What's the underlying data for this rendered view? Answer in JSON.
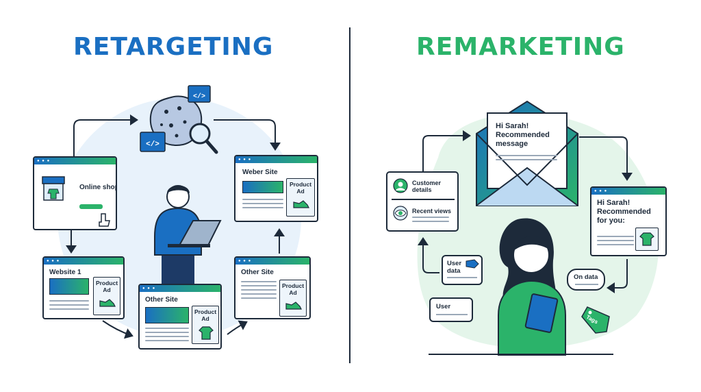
{
  "left": {
    "title": "RETARGETING",
    "online_shop": "Online shop",
    "weber_site": "Weber Site",
    "product_ad": "Product\nAd",
    "website1": "Website 1",
    "other_site_a": "Other Site",
    "other_site_b": "Other Site"
  },
  "right": {
    "title": "REMARKETING",
    "email_text": "Hi Sarah!\nRecommended\nmessage",
    "rec_text": "Hi Sarah!\nRecommended\nfor you:",
    "customer_details": "Customer\ndetails",
    "recent_views": "Recent views",
    "user_data": "User\ndata",
    "on_data": "On data",
    "user": "User",
    "tags": "Tags"
  },
  "colors": {
    "blue": "#1a6fc2",
    "green": "#2bb36a",
    "dark": "#1d2a3a"
  }
}
